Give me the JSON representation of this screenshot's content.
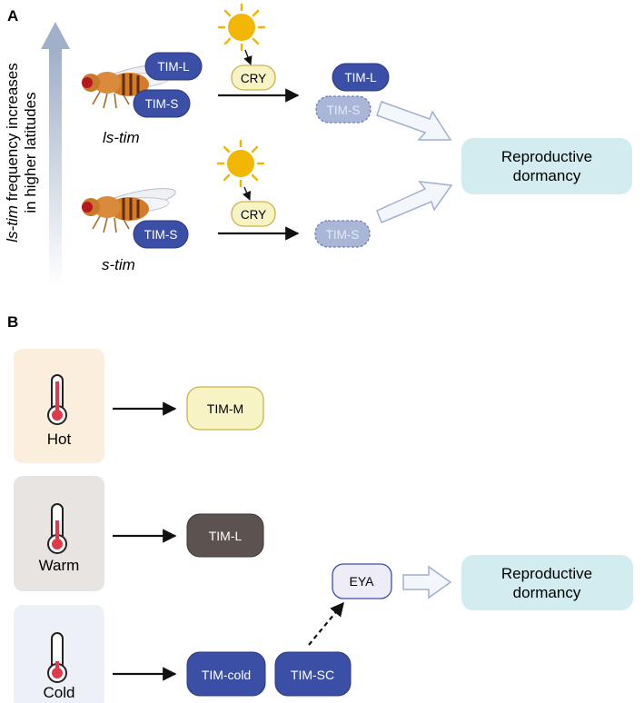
{
  "colors": {
    "tim_blue": "#3a4fa5",
    "tim_faded": "#a9b6d8",
    "cry_fill": "#f7f3c4",
    "cry_stroke": "#c9b44a",
    "sun": "#f2b705",
    "dormancy_fill": "#d2ecef",
    "hot_bg": "#fbeedd",
    "warm_bg": "#e7e4e2",
    "cold_bg": "#edf1f7",
    "tim_m_fill": "#f7f3c4",
    "tim_l_dark": "#5c5350",
    "eya_fill": "#eeedf7",
    "thermometer_red": "#e03a4a"
  },
  "panel_a": {
    "label": "A",
    "axis_text_italic": "ls-tim",
    "axis_text_line1_rest": " frequency increases",
    "axis_text_line2": "in higher latitudes",
    "top_row": {
      "genotype": "ls-tim",
      "protein1": "TIM-L",
      "protein2": "TIM-S",
      "cry": "CRY",
      "result1": "TIM-L",
      "result2": "TIM-S"
    },
    "bottom_row": {
      "genotype": "s-tim",
      "protein": "TIM-S",
      "cry": "CRY",
      "result": "TIM-S"
    },
    "dormancy": [
      "Reproductive",
      "dormancy"
    ]
  },
  "panel_b": {
    "label": "B",
    "hot": {
      "label": "Hot",
      "protein": "TIM-M"
    },
    "warm": {
      "label": "Warm",
      "protein": "TIM-L"
    },
    "cold": {
      "label": "Cold",
      "protein1": "TIM-cold",
      "protein2": "TIM-SC"
    },
    "eya": "EYA",
    "dormancy": [
      "Reproductive",
      "dormancy"
    ]
  }
}
